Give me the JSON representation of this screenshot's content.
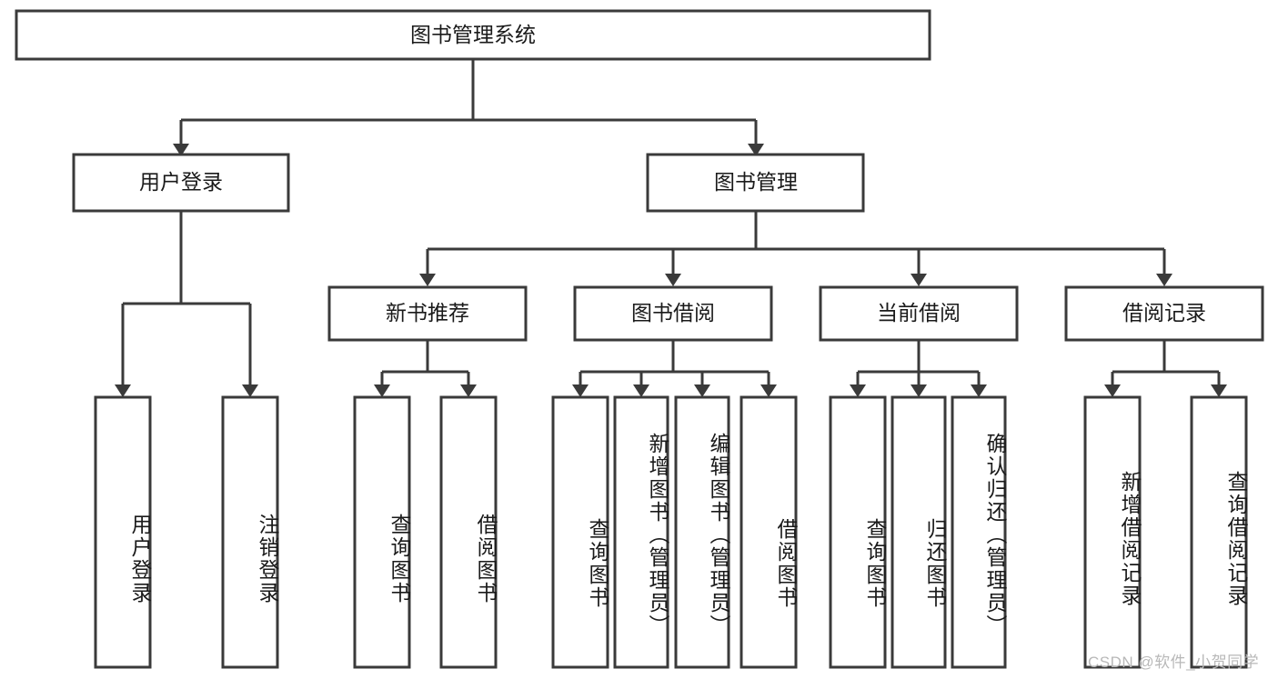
{
  "diagram": {
    "title": "图书管理系统",
    "type": "tree-hierarchy",
    "root": {
      "id": "root",
      "label": "图书管理系统"
    },
    "level2": [
      {
        "id": "user-login",
        "label": "用户登录"
      },
      {
        "id": "book-manage",
        "label": "图书管理"
      }
    ],
    "level3": [
      {
        "id": "new-book-recommend",
        "label": "新书推荐",
        "parent": "book-manage"
      },
      {
        "id": "book-borrow",
        "label": "图书借阅",
        "parent": "book-manage"
      },
      {
        "id": "current-borrow",
        "label": "当前借阅",
        "parent": "book-manage"
      },
      {
        "id": "borrow-record",
        "label": "借阅记录",
        "parent": "book-manage"
      }
    ],
    "leaves": [
      {
        "id": "leaf-user-login",
        "label": "用户登录",
        "parent": "user-login"
      },
      {
        "id": "leaf-logout-login",
        "label": "注销登录",
        "parent": "user-login"
      },
      {
        "id": "leaf-query-book-1",
        "label": "查询图书",
        "parent": "new-book-recommend"
      },
      {
        "id": "leaf-borrow-book-1",
        "label": "借阅图书",
        "parent": "new-book-recommend"
      },
      {
        "id": "leaf-query-book-2",
        "label": "查询图书",
        "parent": "book-borrow"
      },
      {
        "id": "leaf-add-book",
        "label": "新增图书（管理员）",
        "parent": "book-borrow"
      },
      {
        "id": "leaf-edit-book",
        "label": "编辑图书（管理员）",
        "parent": "book-borrow"
      },
      {
        "id": "leaf-borrow-book-2",
        "label": "借阅图书",
        "parent": "book-borrow"
      },
      {
        "id": "leaf-query-book-3",
        "label": "查询图书",
        "parent": "current-borrow"
      },
      {
        "id": "leaf-return-book",
        "label": "归还图书",
        "parent": "current-borrow"
      },
      {
        "id": "leaf-confirm-return",
        "label": "确认归还（管理员）",
        "parent": "current-borrow"
      },
      {
        "id": "leaf-add-record",
        "label": "新增借阅记录",
        "parent": "borrow-record"
      },
      {
        "id": "leaf-query-record",
        "label": "查询借阅记录",
        "parent": "borrow-record"
      }
    ],
    "colors": {
      "stroke": "#3a3a3a",
      "fill": "#ffffff",
      "text": "#1a1a1a",
      "watermark": "#b8b8b8",
      "background": "#ffffff"
    }
  },
  "watermark": {
    "text": "CSDN @软件_小贺同学"
  }
}
